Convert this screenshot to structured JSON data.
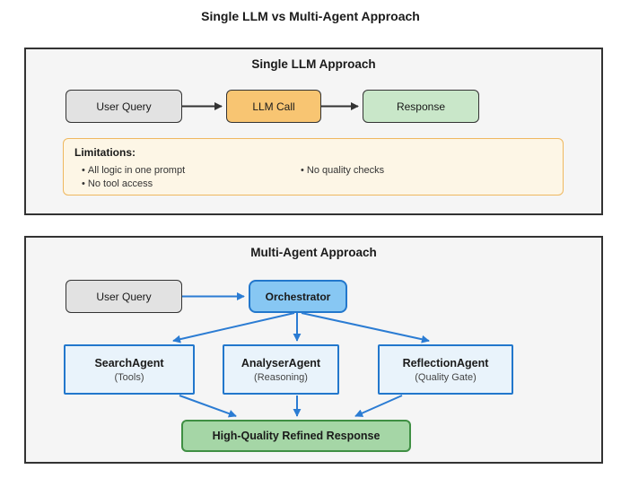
{
  "title": "Single LLM vs Multi-Agent Approach",
  "colors": {
    "page_bg": "#ffffff",
    "panel_bg": "#f5f5f5",
    "panel_border": "#333333",
    "text_dark": "#1a1a1a",
    "text_body": "#333333",
    "node_gray_bg": "#e2e2e2",
    "node_gray_border": "#333333",
    "node_orange_bg": "#f8c572",
    "node_green_bg": "#c9e7c9",
    "limitations_bg": "#fdf6e6",
    "limitations_border": "#efb85f",
    "orchestrator_bg": "#87c7f3",
    "agent_bg": "#e9f3fb",
    "blue_border": "#2277cc",
    "blue_arrow": "#2b7cd3",
    "dark_arrow": "#333333",
    "final_green_bg": "#a5d6a6",
    "final_green_border": "#3f8f43"
  },
  "single_llm": {
    "heading": "Single LLM Approach",
    "nodes": {
      "user_query": "User Query",
      "llm_call": "LLM Call",
      "response": "Response"
    },
    "limitations": {
      "heading": "Limitations:",
      "column1": [
        "All logic in one prompt",
        "No tool access"
      ],
      "column2": [
        "No quality checks"
      ]
    }
  },
  "multi_agent": {
    "heading": "Multi-Agent Approach",
    "nodes": {
      "user_query": "User Query",
      "orchestrator": "Orchestrator",
      "search_agent": {
        "name": "SearchAgent",
        "subtitle": "(Tools)"
      },
      "analyser_agent": {
        "name": "AnalyserAgent",
        "subtitle": "(Reasoning)"
      },
      "reflection_agent": {
        "name": "ReflectionAgent",
        "subtitle": "(Quality Gate)"
      },
      "final_response": "High-Quality Refined Response"
    }
  }
}
